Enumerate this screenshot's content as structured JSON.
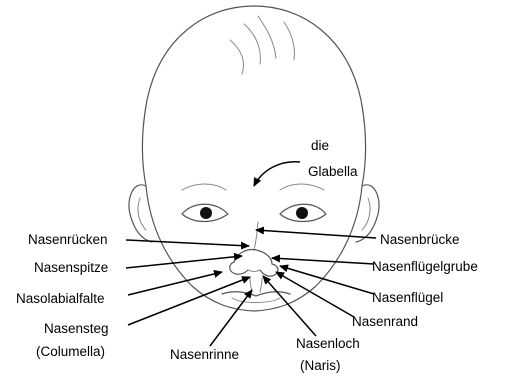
{
  "labels": {
    "glabella_line1": "die",
    "glabella_line2": "Glabella",
    "nasenruecken": "Nasenrücken",
    "nasenspitze": "Nasenspitze",
    "nasolabialfalte": "Nasolabialfalte",
    "nasensteg_line1": "Nasensteg",
    "nasensteg_line2": "(Columella)",
    "nasenrinne": "Nasenrinne",
    "nasenloch_line1": "Nasenloch",
    "nasenloch_line2": "(Naris)",
    "nasenrand": "Nasenrand",
    "nasenfluegel": "Nasenflügel",
    "nasenfluegelgrube": "Nasenflügelgrube",
    "nasenbruecke": "Nasenbrücke"
  },
  "colors": {
    "sketch_line": "#555555",
    "pointer_line": "#000000",
    "text": "#000000",
    "background": "#ffffff"
  }
}
